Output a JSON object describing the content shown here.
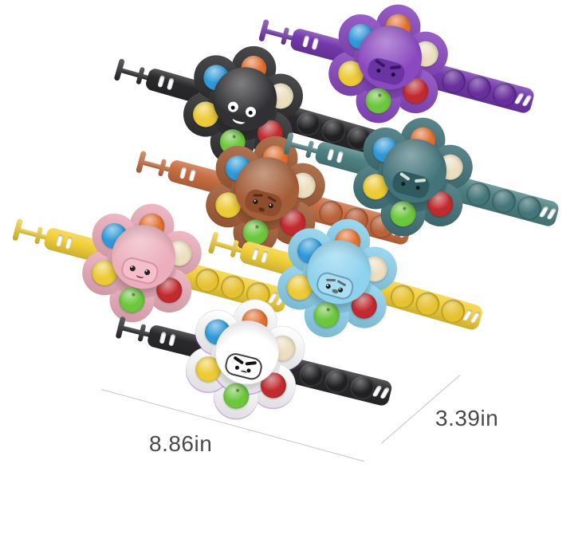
{
  "image": {
    "type": "product-photo of octopus pop-it fidget spinner bracelets",
    "background": "#ffffff"
  },
  "dimensions": {
    "length_label": "8.86in",
    "width_label": "3.39in",
    "line_color": "#c6c6c6",
    "label_color": "#4a4a4a"
  },
  "bubble_order": [
    "orange",
    "cream",
    "red",
    "green",
    "yellow",
    "blue"
  ],
  "bubble_palette": {
    "orange": "#e2702f",
    "cream": "#ecdfc0",
    "red": "#c22a2f",
    "green": "#6cc73d",
    "yellow": "#edcb36",
    "blue": "#2f9ad9"
  },
  "bracelets": [
    {
      "id": "black",
      "color_name": "black octopus / black band",
      "face": "happy",
      "head": "#313134",
      "strap": "#2a2a2d",
      "strap_bubble": "#202023",
      "patch": "transparent"
    },
    {
      "id": "purple",
      "color_name": "purple octopus / purple band",
      "face": "angry",
      "head": "#8b49c1",
      "strap": "#7438ad",
      "strap_bubble": "#67309c",
      "patch": "#6a34a4"
    },
    {
      "id": "brown",
      "color_name": "brown octopus / orange band",
      "face": "worried",
      "head": "#a45e38",
      "strap": "#c96e42",
      "strap_bubble": "#b8623a",
      "patch": "#8e4e2d"
    },
    {
      "id": "teal",
      "color_name": "green octopus / green band",
      "face": "angry",
      "head": "#43747a",
      "strap": "#4f8284",
      "strap_bubble": "#447578",
      "patch": "#2e5a60"
    },
    {
      "id": "pink",
      "color_name": "pink octopus / yellow band",
      "face": "cute",
      "head": "#ecaebc",
      "strap": "#f2d03a",
      "strap_bubble": "#e6c231",
      "patch": "#f4bfcb"
    },
    {
      "id": "blue",
      "color_name": "blue octopus / yellow band",
      "face": "worried",
      "head": "#8ed2ee",
      "strap": "#f2d03a",
      "strap_bubble": "#e6c231",
      "patch": "#a9def2"
    },
    {
      "id": "white",
      "color_name": "white octopus / black band",
      "face": "angry",
      "head": "#ffffff",
      "strap": "#2a2a2d",
      "strap_bubble": "#202023",
      "patch": "#ffffff"
    }
  ]
}
